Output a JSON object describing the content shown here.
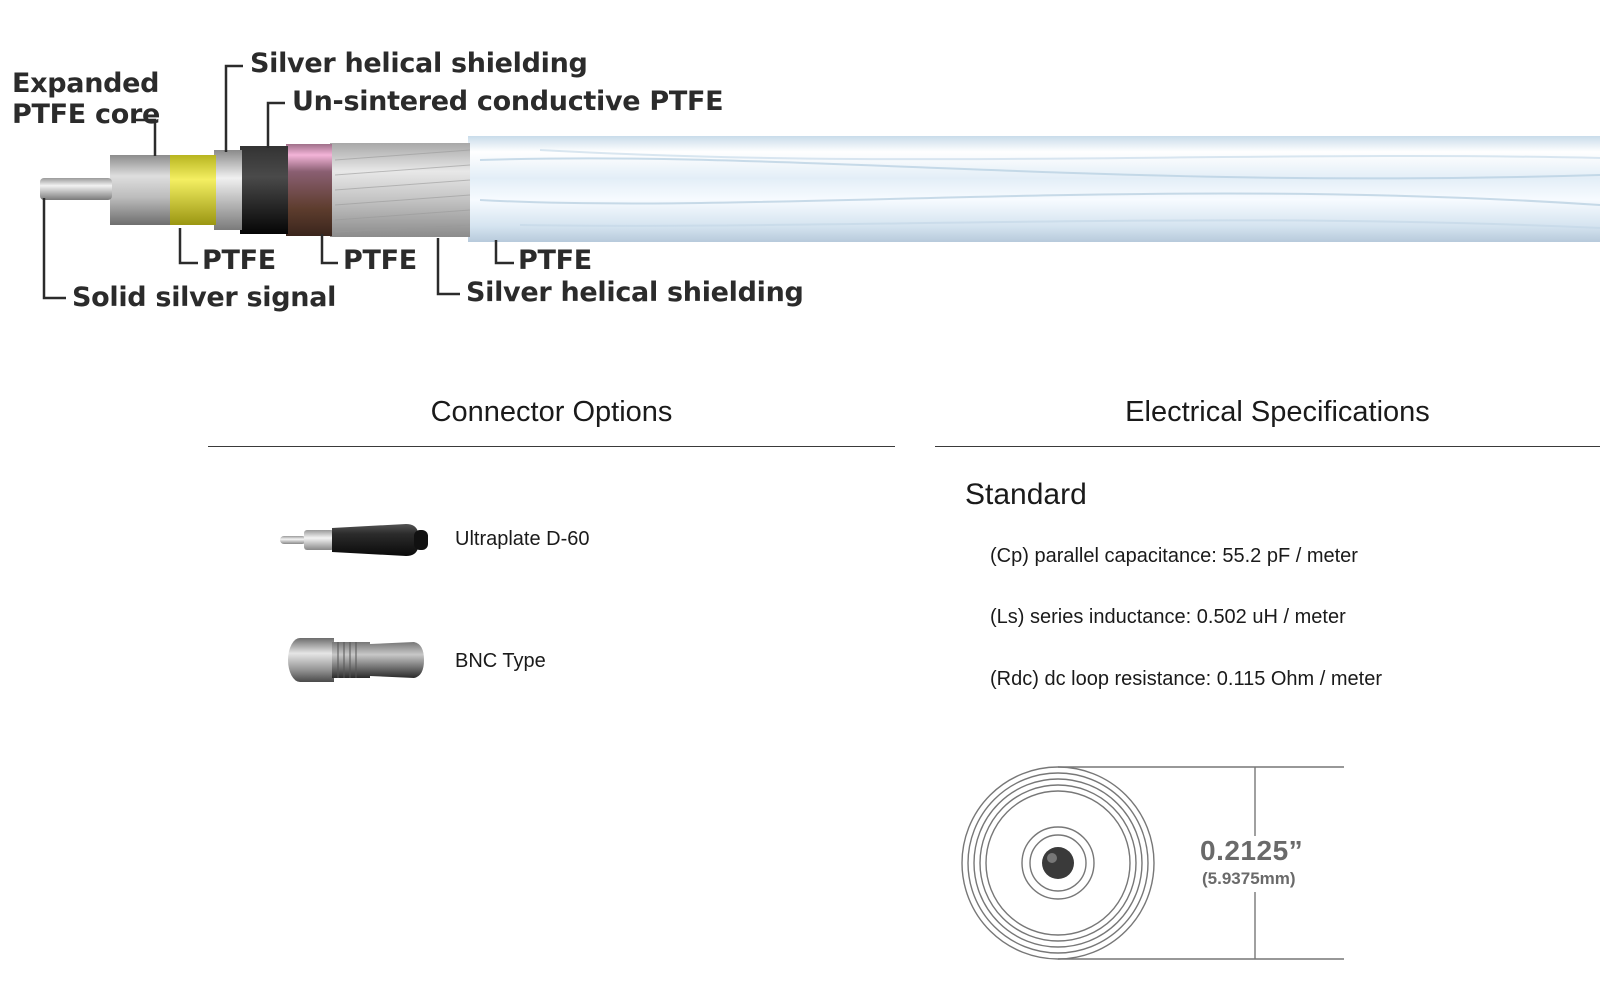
{
  "cable_diagram": {
    "callouts": {
      "expanded_core": "Expanded\nPTFE core",
      "silver_shield_top": "Silver helical shielding",
      "unsintered": "Un-sintered conductive PTFE",
      "ptfe_1": "PTFE",
      "ptfe_2": "PTFE",
      "ptfe_3": "PTFE",
      "solid_signal": "Solid silver signal",
      "silver_shield_bottom": "Silver helical shielding"
    }
  },
  "connector_options": {
    "title": "Connector Options",
    "items": [
      {
        "label": "Ultraplate D-60"
      },
      {
        "label": "BNC Type"
      }
    ]
  },
  "electrical_specs": {
    "title": "Electrical Specifications",
    "heading": "Standard",
    "lines": [
      "(Cp) parallel capacitance: 55.2 pF / meter",
      "(Ls) series inductance: 0.502 uH / meter",
      "(Rdc) dc loop resistance: 0.115 Ohm / meter"
    ],
    "diameter": {
      "inches": "0.2125”",
      "mm": "(5.9375mm)"
    }
  }
}
